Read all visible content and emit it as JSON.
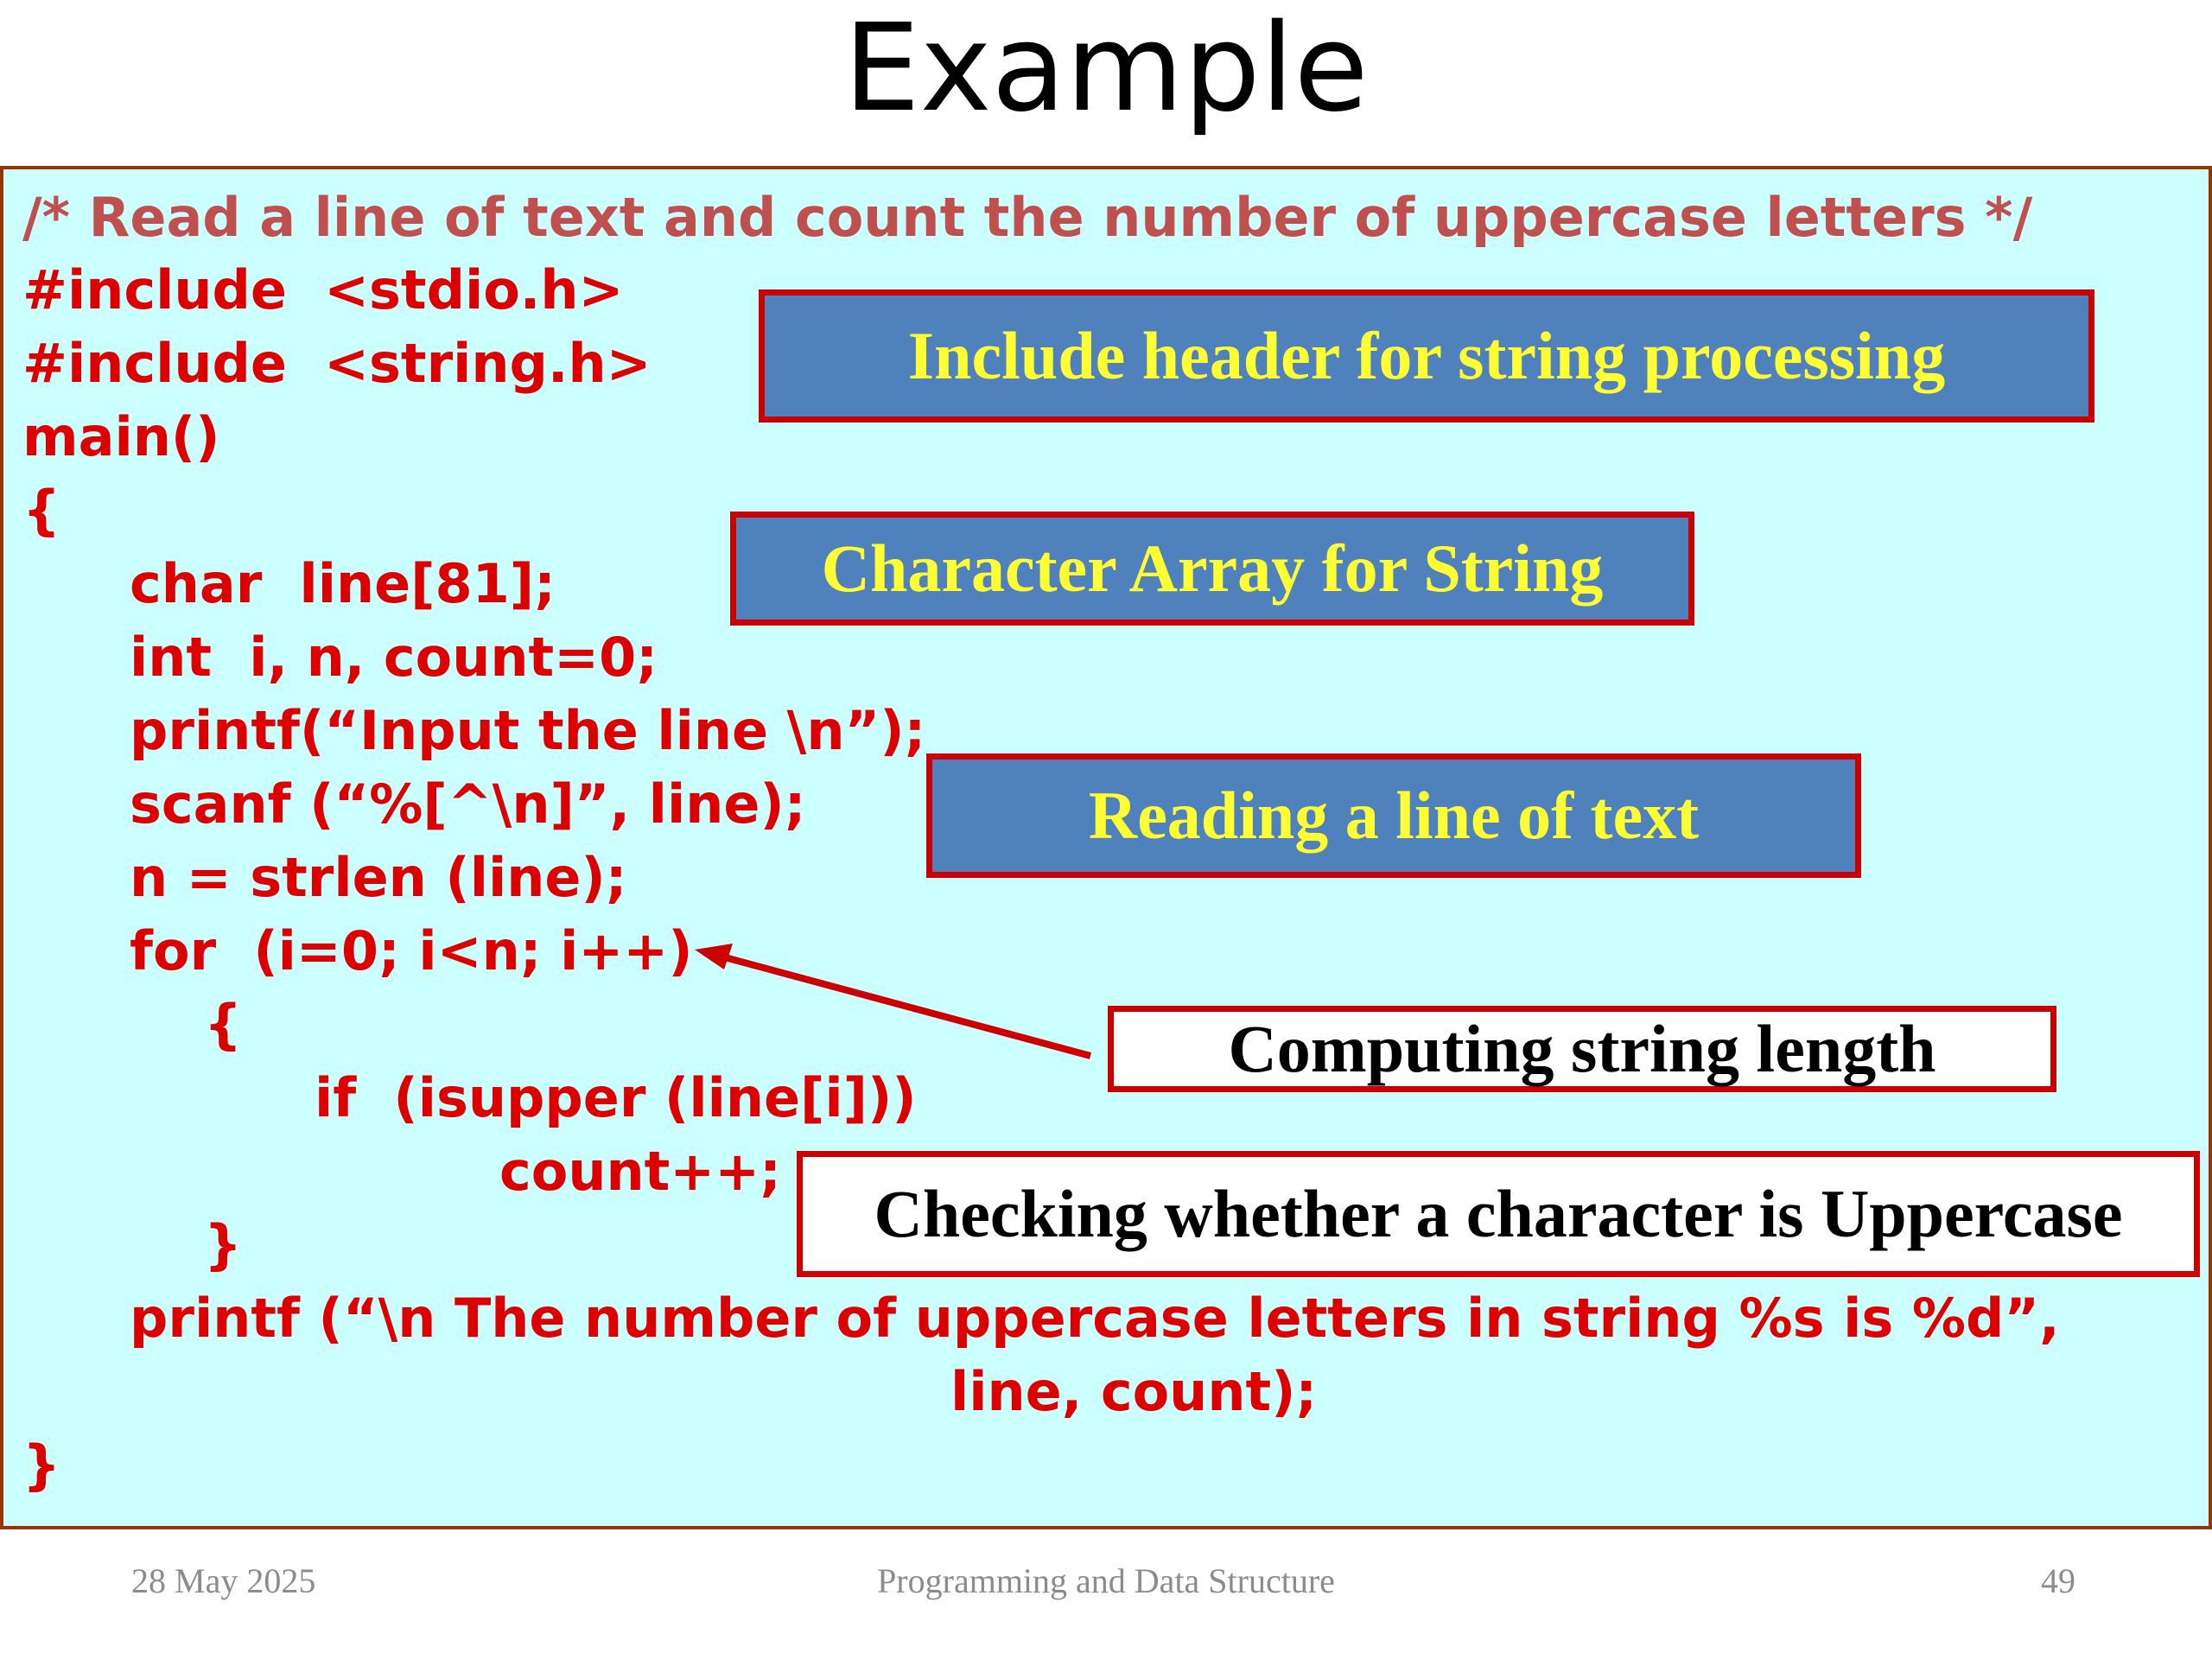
{
  "slide": {
    "title": "Example"
  },
  "code": {
    "lines": [
      "/* Read a line of text and count the number of uppercase letters */",
      "#include  <stdio.h>",
      "#include  <string.h>",
      "main()",
      "{",
      "char  line[81];",
      "int  i, n, count=0;",
      "printf(“Input the line \\n”);",
      "scanf (“%[^\\n]”, line);",
      "n = strlen (line);",
      "for  (i=0; i<n; i++)",
      "{",
      "if  (isupper (line[i]))",
      "count++;",
      "}",
      "printf (“\\n The number of uppercase letters in string %s is %d”,",
      "line, count);",
      "}"
    ]
  },
  "callouts": {
    "header": "Include header for string processing",
    "array": "Character Array for String",
    "reading": "Reading a line of text",
    "length": "Computing string length",
    "uppercase": "Checking whether a character is Uppercase"
  },
  "colors": {
    "panel_background": "#ccffff",
    "panel_border": "#993300",
    "code_text": "#dd0000",
    "comment_text": "#c0504d",
    "callout_fill": "#4f81bd",
    "callout_text": "#ffff33",
    "callout_border": "#cc0000"
  },
  "footer": {
    "date": "28 May 2025",
    "course": "Programming and Data Structure",
    "page": "49"
  }
}
